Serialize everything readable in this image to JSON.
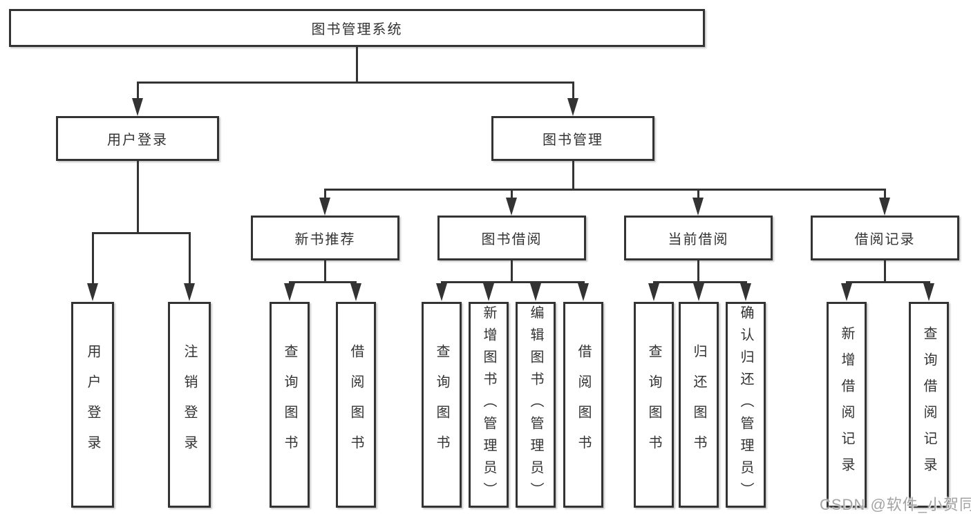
{
  "diagram": {
    "root": {
      "label": "图书管理系统"
    },
    "user_login": {
      "label": "用户登录",
      "children": [
        {
          "label": "用户登录"
        },
        {
          "label": "注销登录"
        }
      ]
    },
    "book_mgmt": {
      "label": "图书管理",
      "sections": [
        {
          "label": "新书推荐",
          "children": [
            {
              "label": "查询图书"
            },
            {
              "label": "借阅图书"
            }
          ]
        },
        {
          "label": "图书借阅",
          "children": [
            {
              "label": "查询图书"
            },
            {
              "label": "新增图书（管理员）"
            },
            {
              "label": "编辑图书（管理员）"
            },
            {
              "label": "借阅图书"
            }
          ]
        },
        {
          "label": "当前借阅",
          "children": [
            {
              "label": "查询图书"
            },
            {
              "label": "归还图书"
            },
            {
              "label": "确认归还（管理员）"
            }
          ]
        },
        {
          "label": "借阅记录",
          "children": [
            {
              "label": "新增借阅记录"
            },
            {
              "label": "查询借阅记录"
            }
          ]
        }
      ]
    }
  },
  "watermark": {
    "text": "CSDN @软件_小贺同学"
  },
  "colors": {
    "line": "#333333",
    "text": "#333333",
    "box_background": "#ffffff",
    "watermark": "#a3a3a3",
    "page_background": "#ffffff"
  }
}
